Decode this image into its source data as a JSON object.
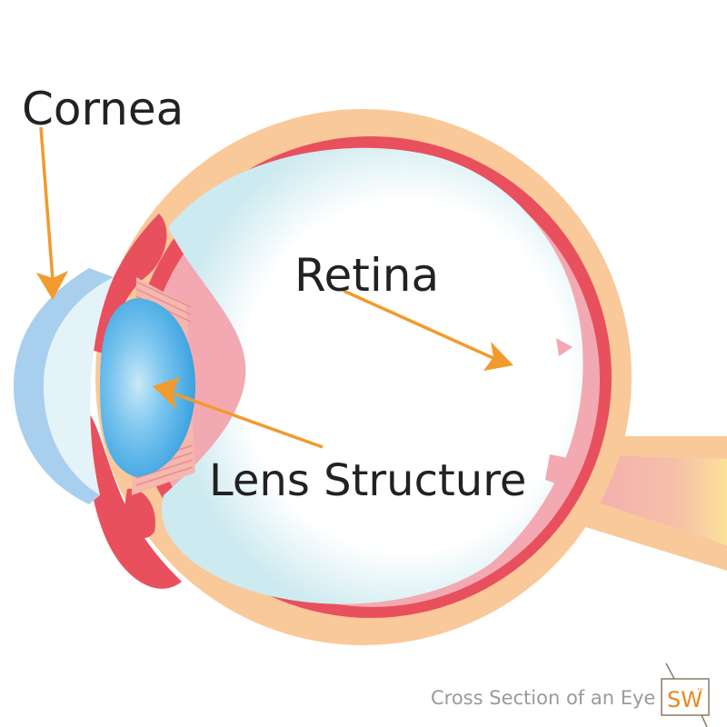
{
  "labels": {
    "cornea": "Cornea",
    "retina": "Retina",
    "lens": "Lens Structure"
  },
  "caption": "Cross Section of an Eye",
  "logo": {
    "text": "SW",
    "mark": "™"
  },
  "colors": {
    "sclera_outer": "#f9c99a",
    "choroid": "#e8505e",
    "retina_layer": "#f3a9b2",
    "vitreous": "#ffffff",
    "vitreous_edge": "#cfeaef",
    "cornea": "#a9cfee",
    "lens": "#4aaee6",
    "ciliary": "#f5a0a8",
    "arrow": "#f29a2e",
    "logo_border": "#8a7a6a"
  }
}
